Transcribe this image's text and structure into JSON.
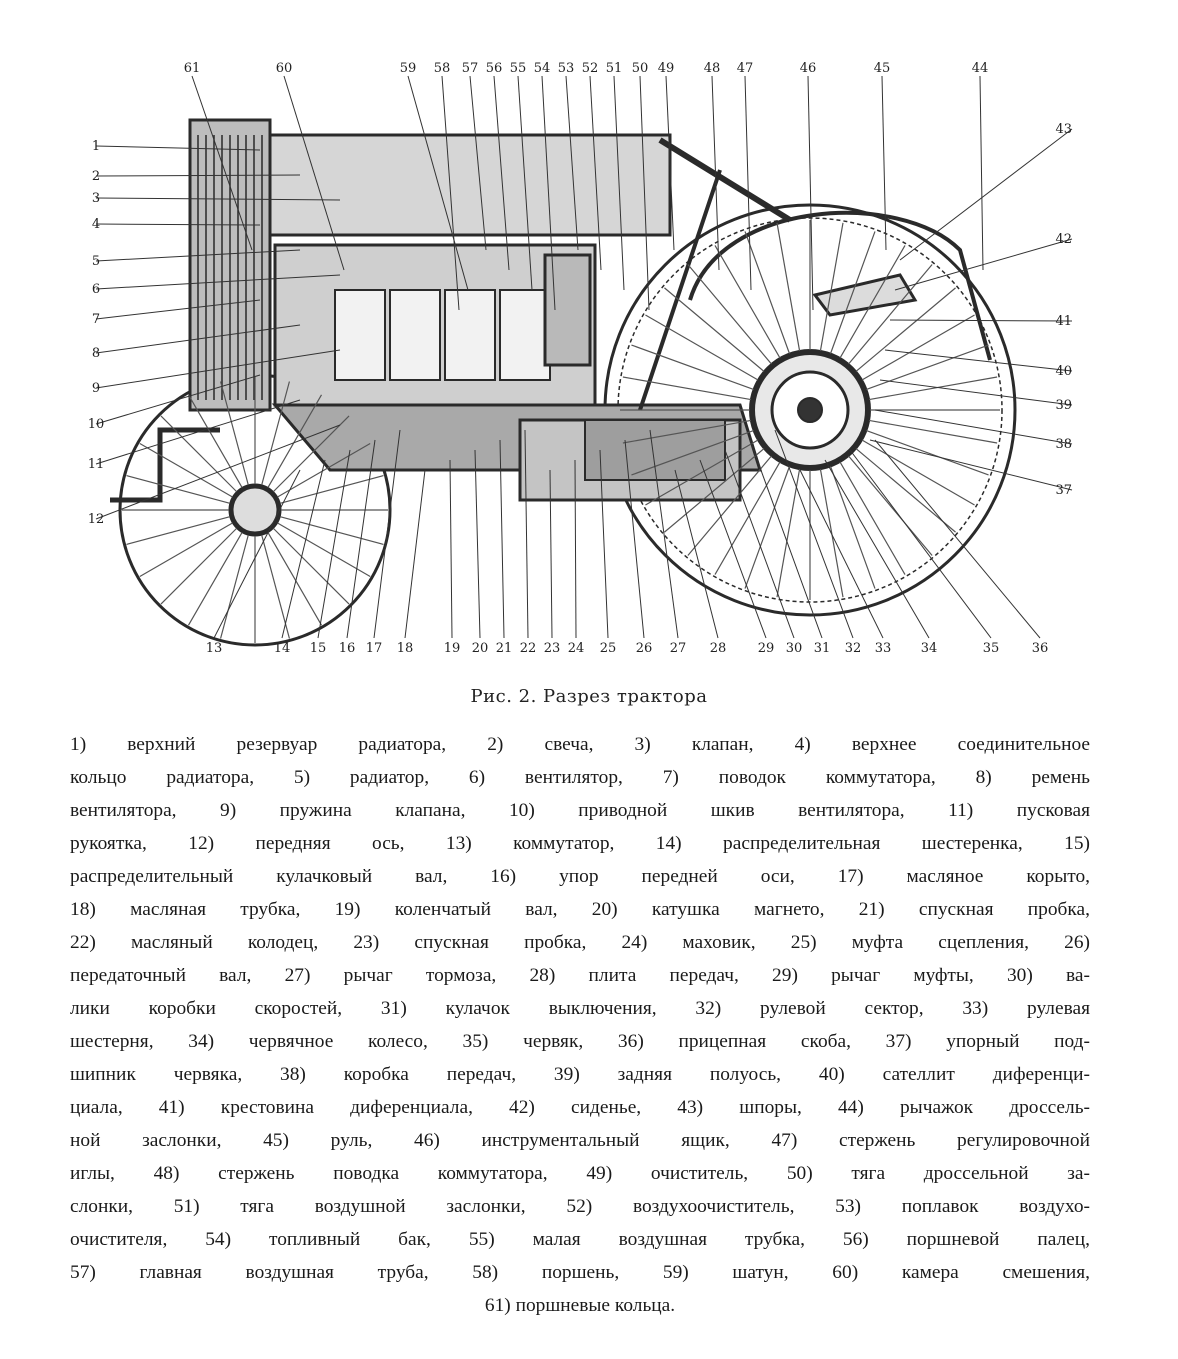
{
  "figure": {
    "caption": "Рис. 2. Разрез трактора",
    "top_callouts": [
      "61",
      "60",
      "59",
      "58",
      "57",
      "56",
      "55",
      "54",
      "53",
      "52",
      "51",
      "50",
      "49",
      "48",
      "47",
      "46",
      "45",
      "44"
    ],
    "right_callouts": [
      "43",
      "42",
      "41",
      "40",
      "39",
      "38",
      "37"
    ],
    "left_callouts": [
      "1",
      "2",
      "3",
      "4",
      "5",
      "6",
      "7",
      "8",
      "9",
      "10",
      "11",
      "12"
    ],
    "bottom_callouts": [
      "13",
      "14",
      "15",
      "16",
      "17",
      "18",
      "19",
      "20",
      "21",
      "22",
      "23",
      "24",
      "25",
      "26",
      "27",
      "28",
      "29",
      "30",
      "31",
      "32",
      "33",
      "34",
      "35",
      "36"
    ]
  },
  "legend": {
    "lines": [
      "1) верхний  резервуар радиатора, 2) свеча, 3) клапан, 4) верхнее соединительное",
      "кольцо радиатора, 5) радиатор, 6) вентилятор, 7) поводок коммутатора, 8) ремень",
      "вентилятора, 9) пружина клапана, 10) приводной шкив вентилятора, 11) пусковая",
      "рукоятка, 12) передняя ось, 13) коммутатор, 14) распределительная шестеренка, 15)",
      "распределительный кулачковый вал, 16) упор передней оси, 17) масляное корыто,",
      "18) масляная трубка, 19) коленчатый вал, 20) катушка магнето, 21) спускная пробка,",
      "22) масляный колодец, 23) спускная пробка, 24) маховик, 25) муфта сцепления, 26)",
      "передаточный вал, 27) рычаг тормоза, 28) плита передач, 29) рычаг муфты, 30) ва-",
      "лики коробки скоростей, 31) кулачок выключения, 32) рулевой сектор, 33) рулевая",
      "шестерня, 34) червячное колесо, 35) червяк, 36) прицепная скоба, 37) упорный под-",
      "шипник червяка, 38) коробка передач, 39) задняя полуось, 40) сателлит диференци-",
      "циала, 41) крестовина диференциала, 42) сиденье, 43) шпоры, 44) рычажок дроссель-",
      "ной заслонки, 45) руль, 46) инструментальный ящик, 47) стержень регулировочной",
      "иглы, 48) стержень поводка коммутатора, 49) очиститель, 50) тяга дроссельной за-",
      "слонки, 51) тяга воздушной заслонки, 52) воздухоочиститель, 53) поплавок воздухо-",
      "очистителя, 54) топливный бак, 55) малая воздушная трубка, 56) поршневой палец,",
      "57) главная воздушная труба, 58) поршень, 59) шатун, 60) камера смешения,",
      "61) поршневые кольца."
    ]
  }
}
